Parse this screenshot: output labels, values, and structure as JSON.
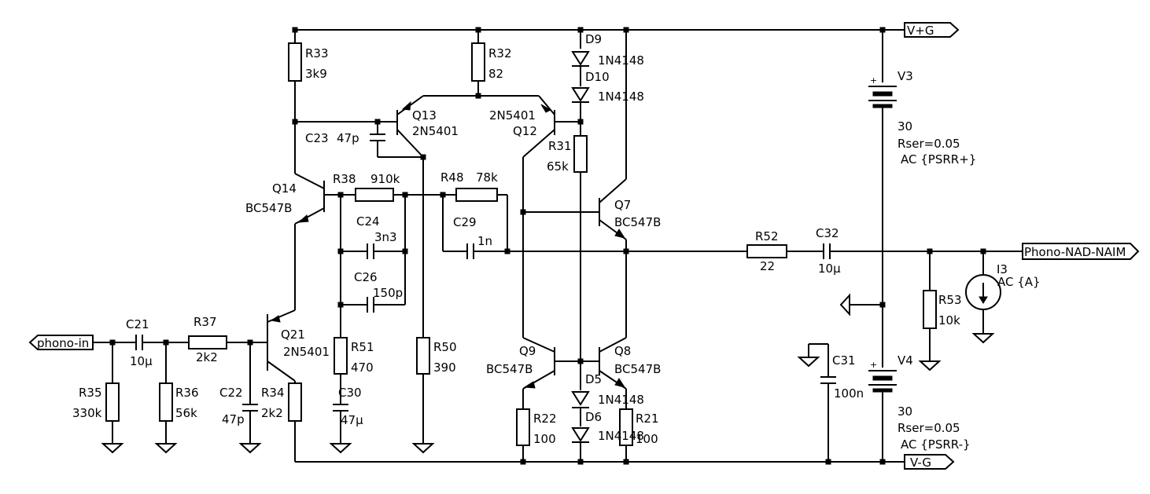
{
  "ports": {
    "vpos": "V+G",
    "vneg": "V-G",
    "input": "phono-in",
    "output": "Phono-NAD-NAIM"
  },
  "components": {
    "r33": {
      "ref": "R33",
      "value": "3k9"
    },
    "r32": {
      "ref": "R32",
      "value": "82"
    },
    "r31": {
      "ref": "R31",
      "value": "65k"
    },
    "r38": {
      "ref": "R38",
      "value": "910k"
    },
    "r48": {
      "ref": "R48",
      "value": "78k"
    },
    "r50": {
      "ref": "R50",
      "value": "390"
    },
    "r51": {
      "ref": "R51",
      "value": "470"
    },
    "r52": {
      "ref": "R52",
      "value": "22"
    },
    "r53": {
      "ref": "R53",
      "value": "10k"
    },
    "r35": {
      "ref": "R35",
      "value": "330k"
    },
    "r36": {
      "ref": "R36",
      "value": "56k"
    },
    "r37": {
      "ref": "R37",
      "value": "2k2"
    },
    "r34": {
      "ref": "R34",
      "value": "2k2"
    },
    "r22": {
      "ref": "R22",
      "value": "100"
    },
    "r21": {
      "ref": "R21",
      "value": "100"
    },
    "c23": {
      "ref": "C23",
      "value": "47p"
    },
    "c24": {
      "ref": "C24",
      "value": "3n3"
    },
    "c26": {
      "ref": "C26",
      "value": "150p"
    },
    "c29": {
      "ref": "C29",
      "value": "1n"
    },
    "c32": {
      "ref": "C32",
      "value": "10µ"
    },
    "c21": {
      "ref": "C21",
      "value": "10µ"
    },
    "c22": {
      "ref": "C22",
      "value": "47p"
    },
    "c30": {
      "ref": "C30",
      "value": "47µ"
    },
    "c31": {
      "ref": "C31",
      "value": "100n"
    },
    "q13": {
      "ref": "Q13",
      "value": "2N5401"
    },
    "q12": {
      "ref": "Q12",
      "value": "2N5401"
    },
    "q14": {
      "ref": "Q14",
      "value": "BC547B"
    },
    "q7": {
      "ref": "Q7",
      "value": "BC547B"
    },
    "q21": {
      "ref": "Q21",
      "value": "2N5401"
    },
    "q9": {
      "ref": "Q9",
      "value": "BC547B"
    },
    "q8": {
      "ref": "Q8",
      "value": "BC547B"
    },
    "d9": {
      "ref": "D9",
      "value": "1N4148"
    },
    "d10": {
      "ref": "D10",
      "value": "1N4148"
    },
    "d5": {
      "ref": "D5",
      "value": "1N4148"
    },
    "d6": {
      "ref": "D6",
      "value": "1N4148"
    },
    "i3": {
      "ref": "I3",
      "value": "AC {A}"
    },
    "v3": {
      "ref": "V3",
      "value": "30",
      "rser": "Rser=0.05",
      "ac": "AC {PSRR+}"
    },
    "v4": {
      "ref": "V4",
      "value": "30",
      "rser": "Rser=0.05",
      "ac": "AC {PSRR-}"
    }
  },
  "symbols": {
    "plus": "+"
  }
}
